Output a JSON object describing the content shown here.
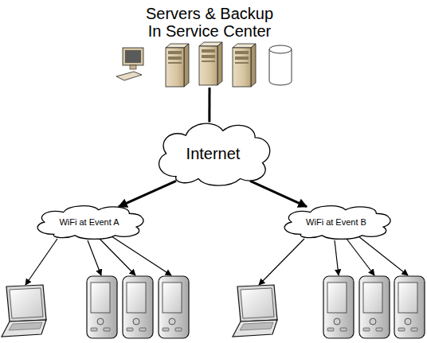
{
  "diagram": {
    "nodes": [
      {
        "text": [
          "Servers & Backup In Service Center"
        ]
      },
      {
        "text": [
          "Internet"
        ]
      },
      {
        "text": [
          "WiFi at Event A"
        ]
      },
      {
        "text": [
          "WiFi at Event B"
        ]
      }
    ],
    "edges": [
      {
        "from": 0,
        "to": 1,
        "arrow": "none"
      },
      {
        "from": 1,
        "to": 2,
        "arrow": "to"
      },
      {
        "from": 1,
        "to": 3,
        "arrow": "to"
      }
    ]
  }
}
